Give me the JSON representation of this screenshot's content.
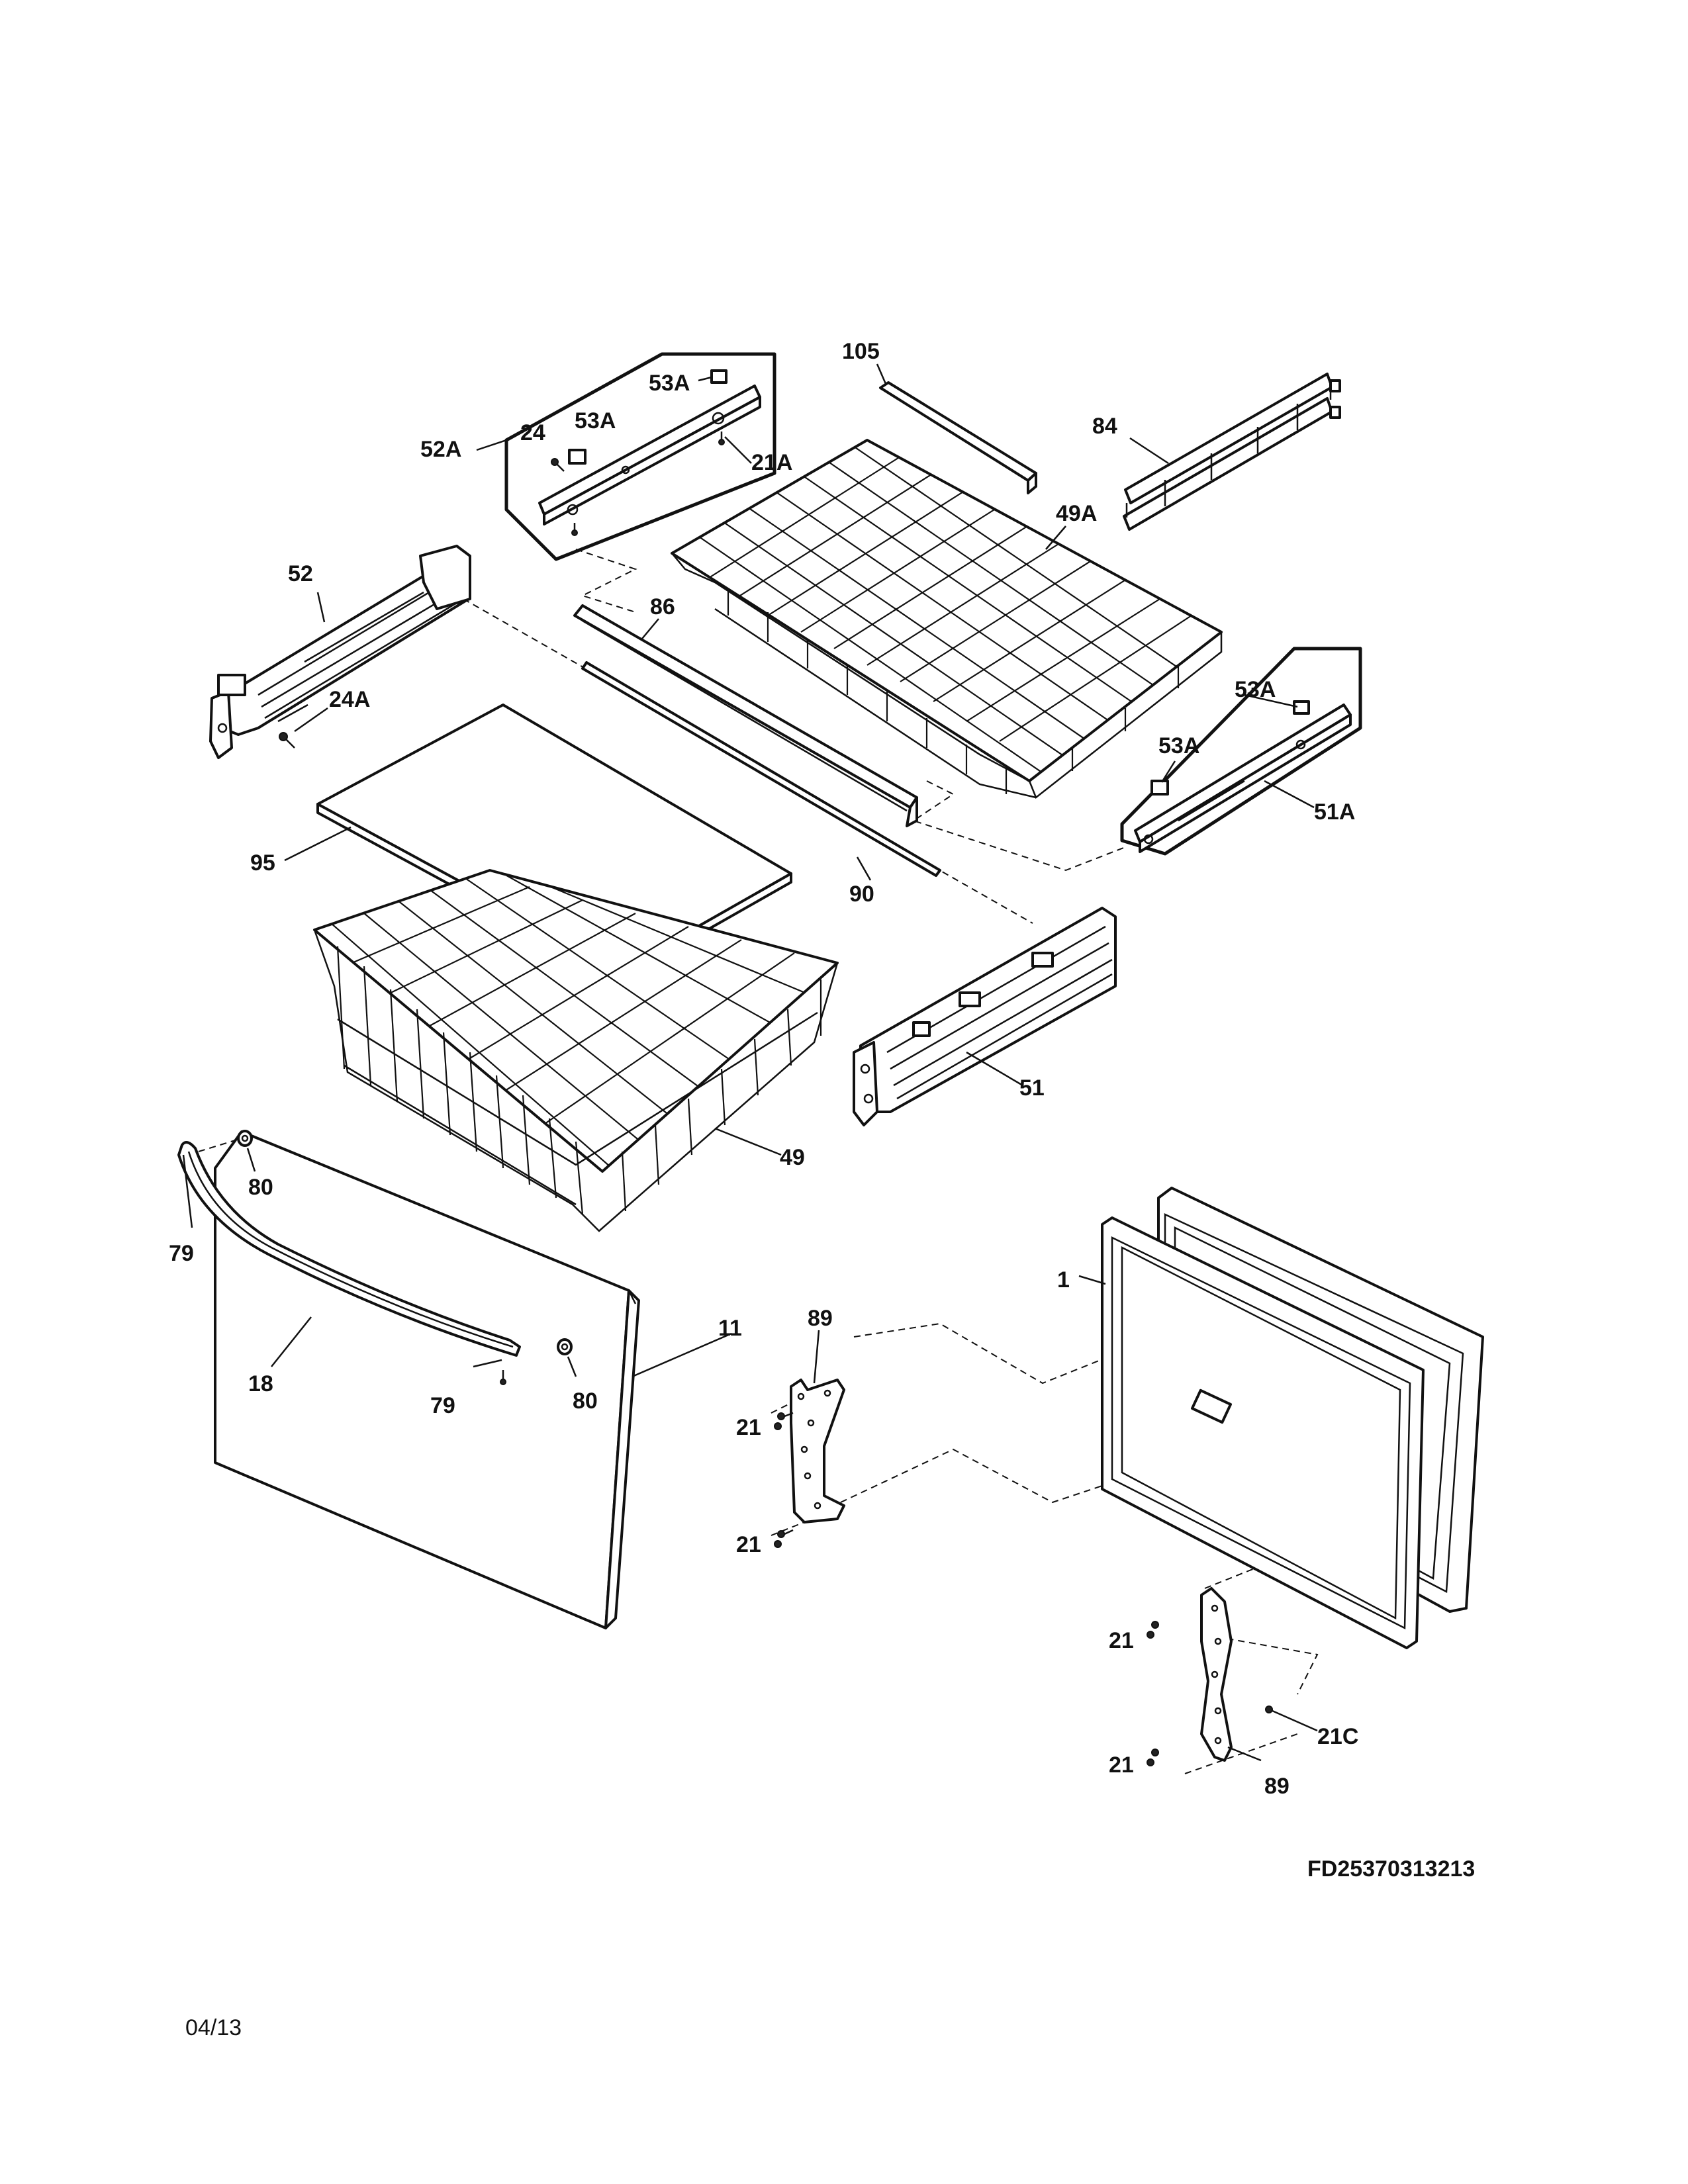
{
  "labels": {
    "l105": "105",
    "l84": "84",
    "l53A_top": "53A",
    "l53A_top2": "53A",
    "l52A": "52A",
    "l24": "24",
    "l21A": "21A",
    "l49A": "49A",
    "l52": "52",
    "l86": "86",
    "l24A": "24A",
    "l53A_r1": "53A",
    "l53A_r2": "53A",
    "l51A": "51A",
    "l95": "95",
    "l90": "90",
    "l51": "51",
    "l49": "49",
    "l80a": "80",
    "l79a": "79",
    "l11": "11",
    "l1": "1",
    "l89a": "89",
    "l18": "18",
    "l79b": "79",
    "l80b": "80",
    "l21a": "21",
    "l21b": "21",
    "l21c": "21",
    "l21d": "21",
    "l21C": "21C",
    "l89b": "89"
  },
  "drawing_id": "FD25370313213",
  "date_code": "04/13"
}
